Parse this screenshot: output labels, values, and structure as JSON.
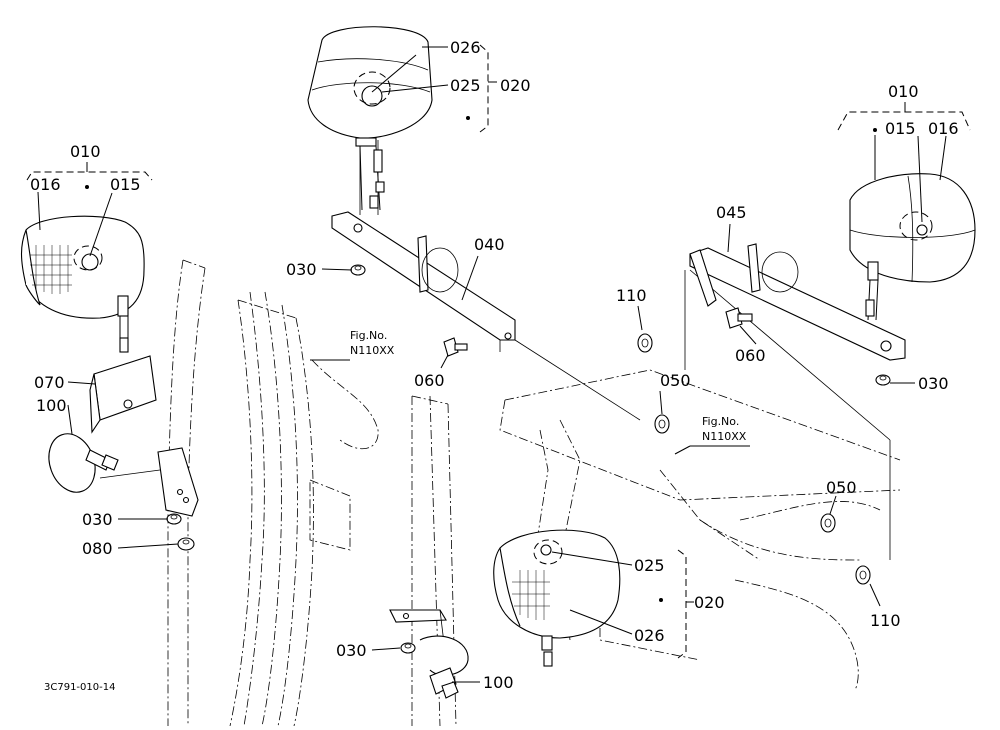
{
  "labels": {
    "l010_left": "010",
    "l016_left": "016",
    "l015_left": "015",
    "l070": "070",
    "l100_left": "100",
    "l030_left": "030",
    "l080": "080",
    "l026_top": "026",
    "l025_top": "025",
    "l020_top": "020",
    "l030_top": "030",
    "l040": "040",
    "l060_mid": "060",
    "l110_top": "110",
    "l050_top": "050",
    "l045": "045",
    "l060_right": "060",
    "l010_right": "010",
    "l015_right": "015",
    "l016_right": "016",
    "l030_right": "030",
    "l050_right": "050",
    "l110_right": "110",
    "l025_bottom": "025",
    "l020_bottom": "020",
    "l026_bottom": "026",
    "l030_bottom": "030",
    "l100_bottom": "100"
  },
  "figure_refs": {
    "left_line1": "Fig.No.",
    "left_line2": "N110XX",
    "right_line1": "Fig.No.",
    "right_line2": "N110XX"
  },
  "drawing_code": "3C791-010-14"
}
